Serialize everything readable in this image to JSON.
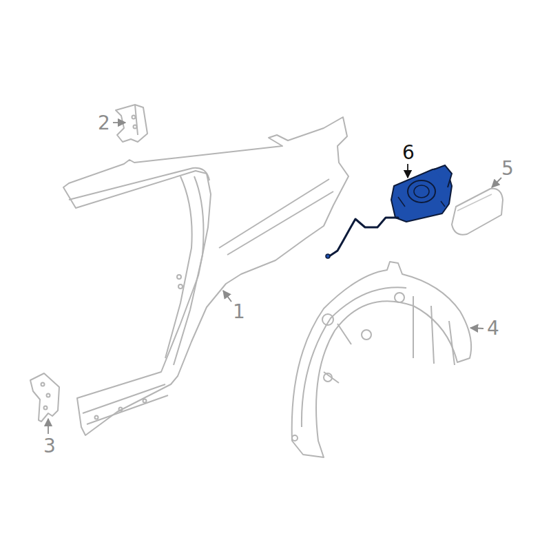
{
  "diagram": {
    "labels": [
      "2",
      "6",
      "5",
      "1",
      "4",
      "3"
    ]
  }
}
